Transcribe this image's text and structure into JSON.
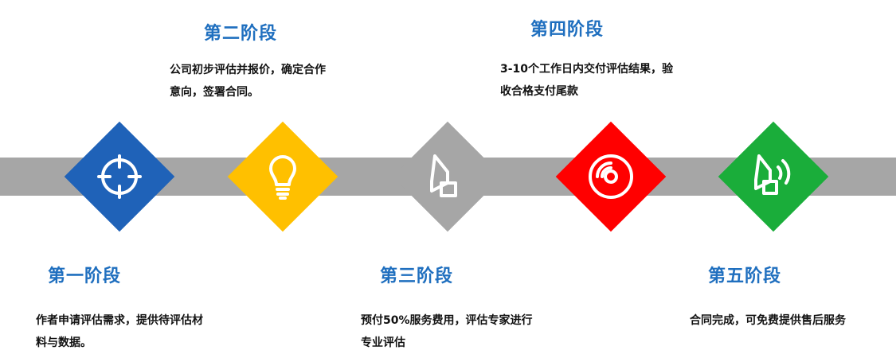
{
  "colors": {
    "band": "#a6a6a6",
    "title": "#1f6fbf",
    "stage1": "#1f62b8",
    "stage2": "#ffc000",
    "stage3": "#a6a6a6",
    "stage4": "#ff0000",
    "stage5": "#1aad3a"
  },
  "stages": [
    {
      "title": "第一阶段",
      "desc_lines": [
        "作者申请评估需求，提供待评估材",
        "料与数据。"
      ],
      "icon": "crosshair-icon"
    },
    {
      "title": "第二阶段",
      "desc_lines": [
        "公司初步评估并报价，确定合作",
        "意向，签署合同。"
      ],
      "icon": "lightbulb-icon"
    },
    {
      "title": "第三阶段",
      "desc_lines": [
        "预付50%服务费用，评估专家进行",
        "专业评估"
      ],
      "icon": "speaker-icon"
    },
    {
      "title": "第四阶段",
      "desc_lines": [
        "3-10个工作日内交付评估结果，验",
        "收合格支付尾款"
      ],
      "icon": "disc-icon"
    },
    {
      "title": "第五阶段",
      "desc_lines": [
        "合同完成，可免费提供售后服务"
      ],
      "icon": "speaker-sound-icon"
    }
  ]
}
